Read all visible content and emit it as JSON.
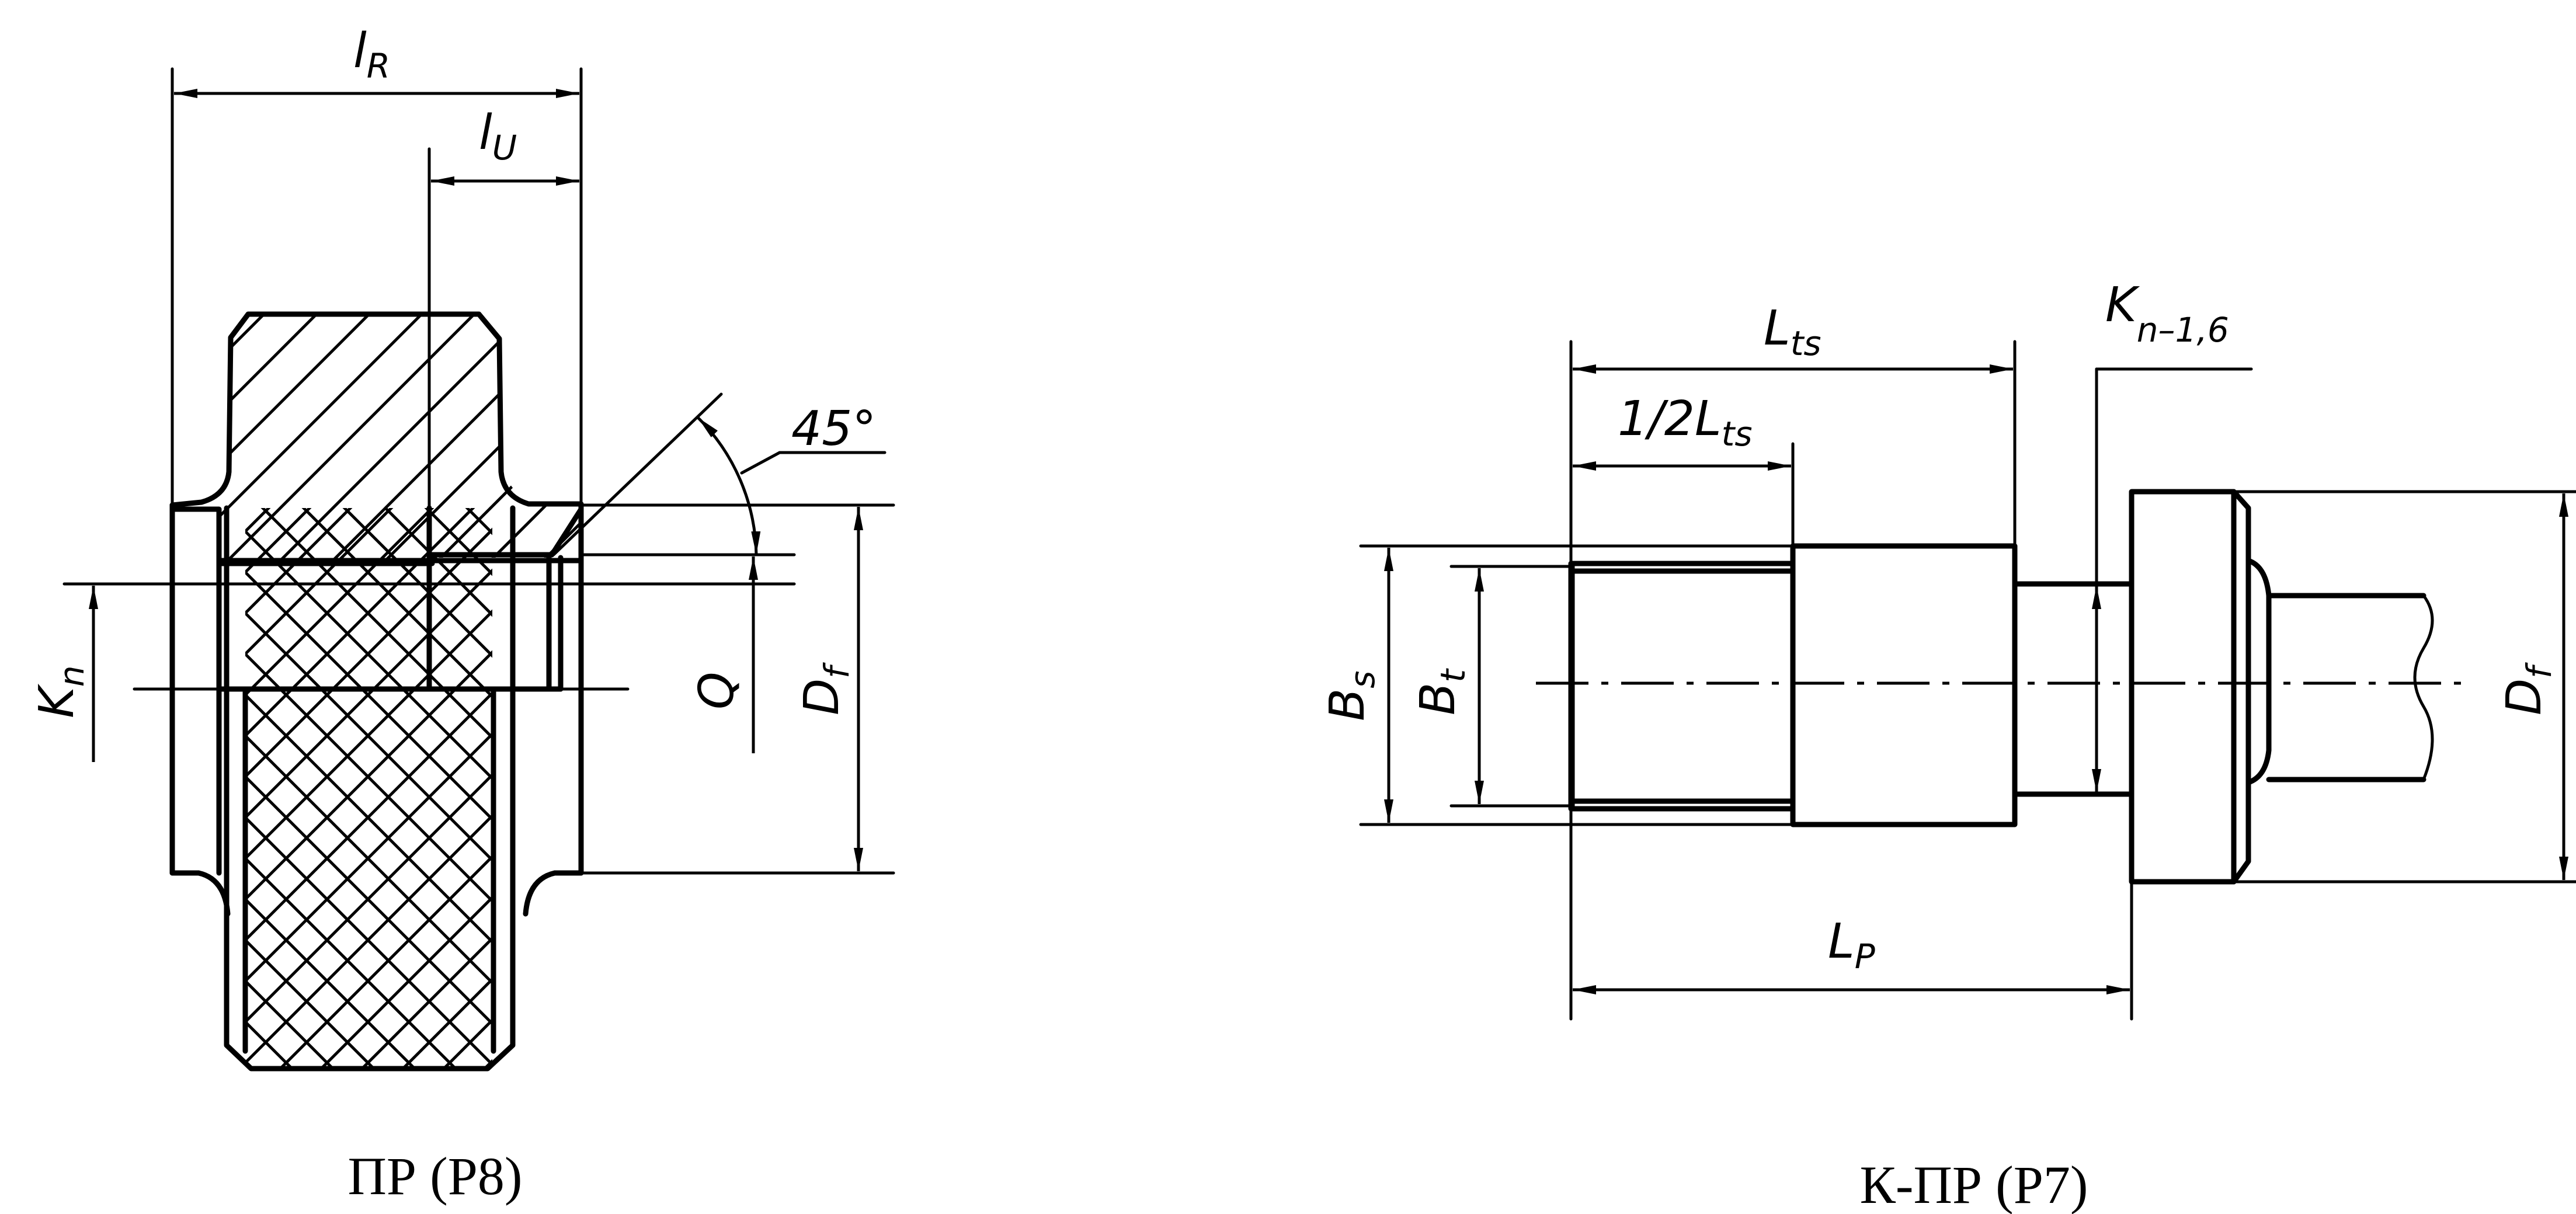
{
  "diagram": {
    "left_view": {
      "caption": "ПР (Р8)",
      "labels": {
        "l_R": {
          "main": "l",
          "sub": "R"
        },
        "l_U": {
          "main": "l",
          "sub": "U"
        },
        "angle": "45°",
        "K_n": {
          "main": "K",
          "sub": "n"
        },
        "Q": "Q",
        "D_f": {
          "main": "D",
          "sub": "f"
        }
      }
    },
    "right_view": {
      "caption": "К-ПР (Р7)",
      "labels": {
        "L_ts": {
          "main": "L",
          "sub": "ts"
        },
        "half_L_ts": {
          "main": "1/2L",
          "sub": "ts"
        },
        "K_n16": {
          "main": "K",
          "sub": "n–1,6"
        },
        "B_s": {
          "main": "B",
          "sub": "s"
        },
        "B_t": {
          "main": "B",
          "sub": "t"
        },
        "L_p": {
          "main": "L",
          "sub": "P"
        },
        "D_f": {
          "main": "D",
          "sub": "f"
        }
      }
    }
  }
}
